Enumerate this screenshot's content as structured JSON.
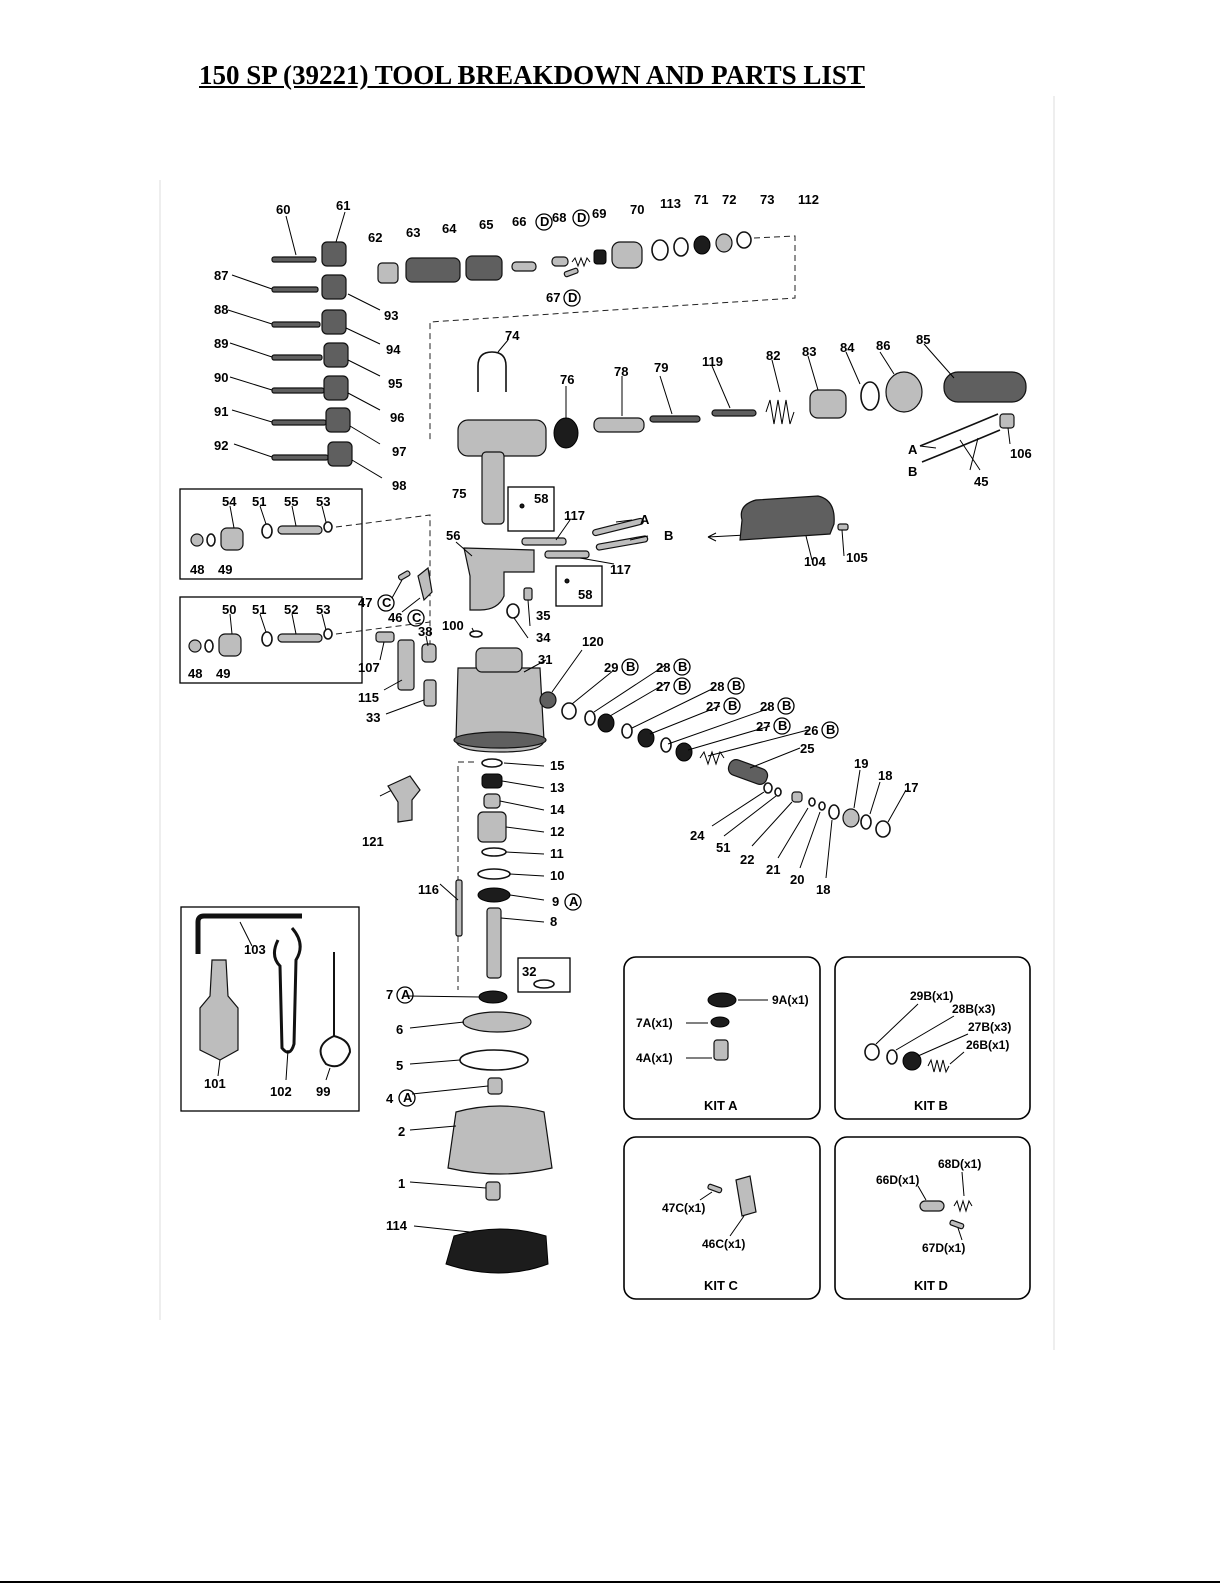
{
  "title": "150 SP (39221) TOOL BREAKDOWN AND PARTS LIST",
  "labels": {
    "p60": "60",
    "p61": "61",
    "p62": "62",
    "p63": "63",
    "p64": "64",
    "p65": "65",
    "p66": "66",
    "p68": "68",
    "p69": "69",
    "p70": "70",
    "p113": "113",
    "p71": "71",
    "p72": "72",
    "p73": "73",
    "p112": "112",
    "p67": "67",
    "p87": "87",
    "p93": "93",
    "p88": "88",
    "p94": "94",
    "p89": "89",
    "p95": "95",
    "p90": "90",
    "p96": "96",
    "p91": "91",
    "p97": "97",
    "p92": "92",
    "p98": "98",
    "p74": "74",
    "p76": "76",
    "p78": "78",
    "p79": "79",
    "p119": "119",
    "p82": "82",
    "p83": "83",
    "p84": "84",
    "p86": "86",
    "p85": "85",
    "p75": "75",
    "pA1": "A",
    "pB1": "B",
    "p45": "45",
    "p106": "106",
    "p54": "54",
    "p51a": "51",
    "p55": "55",
    "p53a": "53",
    "p48a": "48",
    "p49a": "49",
    "p58a": "58",
    "p117a": "117",
    "p117b": "117",
    "p58b": "58",
    "pA2": "A",
    "pB2": "B",
    "p104": "104",
    "p105": "105",
    "p56": "56",
    "p47": "47",
    "p46": "46",
    "p35": "35",
    "p34": "34",
    "p50": "50",
    "p51b": "51",
    "p52": "52",
    "p53b": "53",
    "p48b": "48",
    "p49b": "49",
    "p38": "38",
    "p100": "100",
    "p31": "31",
    "p120": "120",
    "p29": "29",
    "p28a": "28",
    "p27a": "27",
    "p28b": "28",
    "p27b": "27",
    "p28c": "28",
    "p27c": "27",
    "p26": "26",
    "p25": "25",
    "p107": "107",
    "p115": "115",
    "p33": "33",
    "p15": "15",
    "p13": "13",
    "p14": "14",
    "p12": "12",
    "p11": "11",
    "p10": "10",
    "p9": "9",
    "p8": "8",
    "p121": "121",
    "p19": "19",
    "p18a": "18",
    "p17": "17",
    "p24": "24",
    "p51c": "51",
    "p22": "22",
    "p21": "21",
    "p20": "20",
    "p18b": "18",
    "p116": "116",
    "p32": "32",
    "p7": "7",
    "p6": "6",
    "p5": "5",
    "p4": "4",
    "p2": "2",
    "p1": "1",
    "p114": "114",
    "p103": "103",
    "p101": "101",
    "p102": "102",
    "p99": "99"
  },
  "kit_letters": {
    "A": "A",
    "B": "B",
    "C": "C",
    "D": "D"
  },
  "kits": [
    {
      "name": "KIT A",
      "items": [
        "9A(x1)",
        "7A(x1)",
        "4A(x1)"
      ]
    },
    {
      "name": "KIT B",
      "items": [
        "29B(x1)",
        "28B(x3)",
        "27B(x3)",
        "26B(x1)"
      ]
    },
    {
      "name": "KIT C",
      "items": [
        "47C(x1)",
        "46C(x1)"
      ]
    },
    {
      "name": "KIT D",
      "items": [
        "68D(x1)",
        "66D(x1)",
        "67D(x1)"
      ]
    }
  ]
}
